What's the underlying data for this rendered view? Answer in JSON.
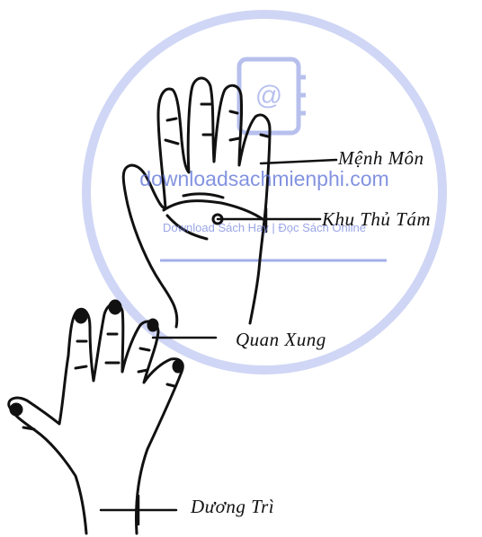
{
  "labels": {
    "menh_mon": "Mệnh Môn",
    "khu_thu_tam": "Khu Thủ Tám",
    "quan_xung": "Quan Xung",
    "duong_tri": "Dương Trì"
  },
  "watermark": {
    "site": "downloadsachmienphi.com",
    "tagline": "Download Sách Hay | Đọc Sách Online",
    "color": "#5a6fd6"
  },
  "colors": {
    "ink": "#111111",
    "paper": "#ffffff"
  }
}
